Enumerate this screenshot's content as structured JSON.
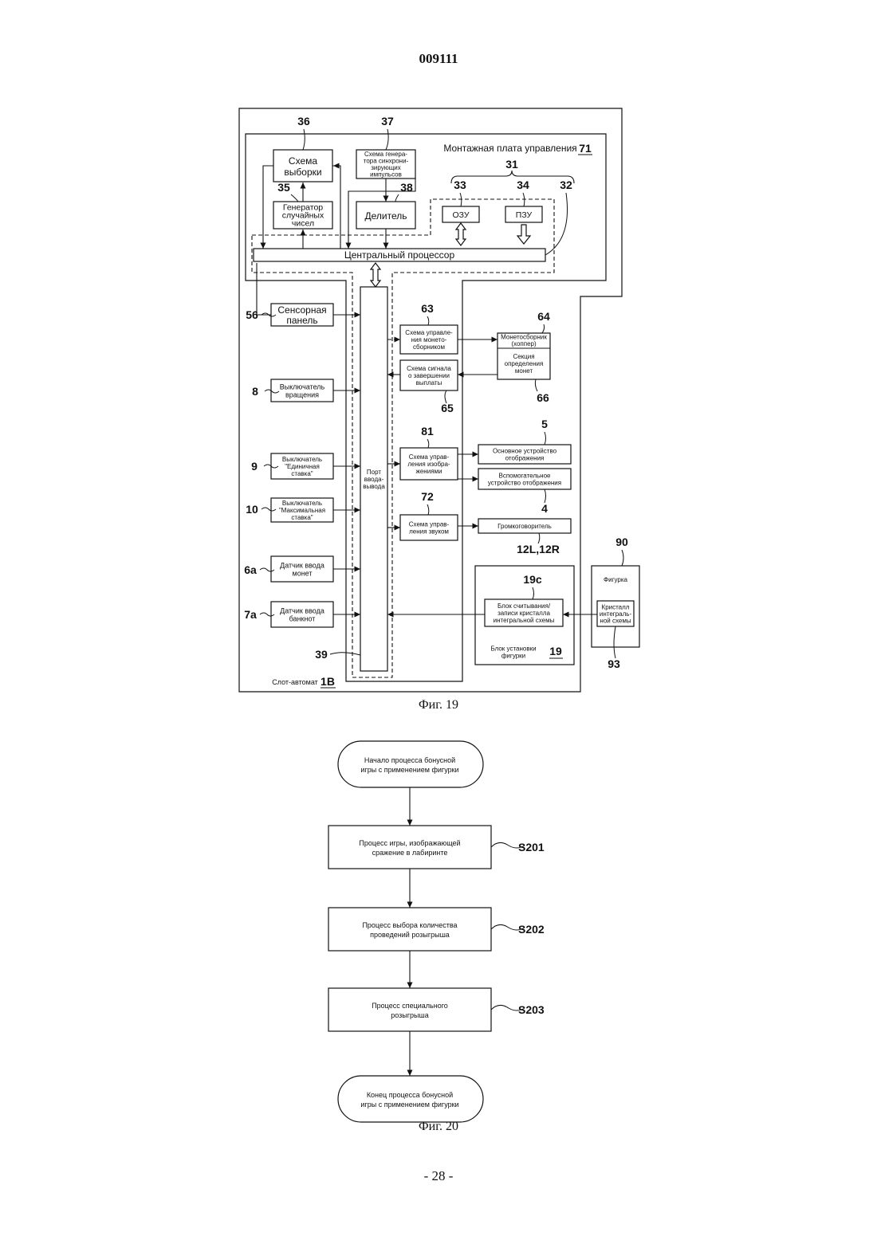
{
  "page": {
    "doc_number": "009111",
    "fig19_caption": "Фиг. 19",
    "fig20_caption": "Фиг. 20",
    "page_number": "- 28 -"
  },
  "fig19": {
    "board_label": "Монтажная плата управления",
    "board_ref": "71",
    "machine_label": "Слот-автомат",
    "machine_ref": "1B",
    "mem_group_ref": "31",
    "blocks": {
      "sampling": {
        "ref": "36",
        "lines": [
          "Схема",
          "выборки"
        ]
      },
      "sync_gen": {
        "ref": "37",
        "lines": [
          "Схема генера-",
          "тора синхрони-",
          "зирующих",
          "импульсов"
        ]
      },
      "random_gen": {
        "ref": "35",
        "lines": [
          "Генератор",
          "случайных",
          "чисел"
        ]
      },
      "divider": {
        "ref": "38",
        "lines": [
          "Делитель"
        ]
      },
      "ram": {
        "ref": "33",
        "lines": [
          "ОЗУ"
        ]
      },
      "rom": {
        "ref": "34",
        "lines": [
          "ПЗУ"
        ]
      },
      "cpu": {
        "ref": "32",
        "lines": [
          "Центральный процессор"
        ]
      },
      "touch_panel": {
        "ref": "56",
        "lines": [
          "Сенсорная",
          "панель"
        ]
      },
      "spin_switch": {
        "ref": "8",
        "lines": [
          "Выключатель",
          "вращения"
        ]
      },
      "single_bet": {
        "ref": "9",
        "lines": [
          "Выключатель",
          "\"Единичная",
          "ставка\""
        ]
      },
      "max_bet": {
        "ref": "10",
        "lines": [
          "Выключатель",
          "\"Максимальная",
          "ставка\""
        ]
      },
      "coin_sensor": {
        "ref": "6a",
        "lines": [
          "Датчик ввода",
          "монет"
        ]
      },
      "bill_sensor": {
        "ref": "7a",
        "lines": [
          "Датчик ввода",
          "банкнот"
        ]
      },
      "io_port": {
        "ref": "39",
        "lines": [
          "Порт",
          "ввода-",
          "вывода"
        ]
      },
      "hopper_ctrl": {
        "ref": "63",
        "lines": [
          "Схема управле-",
          "ния монето-",
          "сборником"
        ]
      },
      "payout_signal": {
        "ref": "65",
        "lines": [
          "Схема сигнала",
          "о завершении",
          "выплаты"
        ]
      },
      "hopper": {
        "ref": "64",
        "lines": [
          "Монетосборник",
          "(хоппер)"
        ]
      },
      "coin_detect": {
        "ref": "66",
        "lines": [
          "Секция",
          "определения",
          "монет"
        ]
      },
      "image_ctrl": {
        "ref": "81",
        "lines": [
          "Схема управ-",
          "ления изобра-",
          "жениями"
        ]
      },
      "main_display": {
        "ref": "5",
        "lines": [
          "Основное устройство",
          "отображения"
        ]
      },
      "sub_display": {
        "ref": "4",
        "lines": [
          "Вспомогательное",
          "устройство отображения"
        ]
      },
      "sound_ctrl": {
        "ref": "72",
        "lines": [
          "Схема управ-",
          "ления звуком"
        ]
      },
      "speaker": {
        "ref": "12L,12R",
        "lines": [
          "Громкоговоритель"
        ]
      },
      "figure_reader": {
        "ref": "19c",
        "lines": [
          "Блок считывания/",
          "записи кристалла",
          "интегральной  схемы"
        ]
      },
      "figure_unit": {
        "ref": "19",
        "lines": [
          "Блок установки",
          "фигурки"
        ]
      },
      "figurine": {
        "ref": "90",
        "lines": [
          "Фигурка"
        ]
      },
      "ic_chip": {
        "ref": "93",
        "lines": [
          "Кристалл",
          "интеграль-",
          "ной схемы"
        ]
      }
    }
  },
  "fig20": {
    "start": [
      "Начало процесса бонусной",
      "игры с применением фигурки"
    ],
    "steps": [
      {
        "id": "S201",
        "lines": [
          "Процесс игры, изображающей",
          "сражение в лабиринте"
        ]
      },
      {
        "id": "S202",
        "lines": [
          "Процесс выбора количества",
          "проведений розыгрыша"
        ]
      },
      {
        "id": "S203",
        "lines": [
          "Процесс специального",
          "розыгрыша"
        ]
      }
    ],
    "end": [
      "Конец процесса бонусной",
      "игры с применением фигурки"
    ]
  }
}
